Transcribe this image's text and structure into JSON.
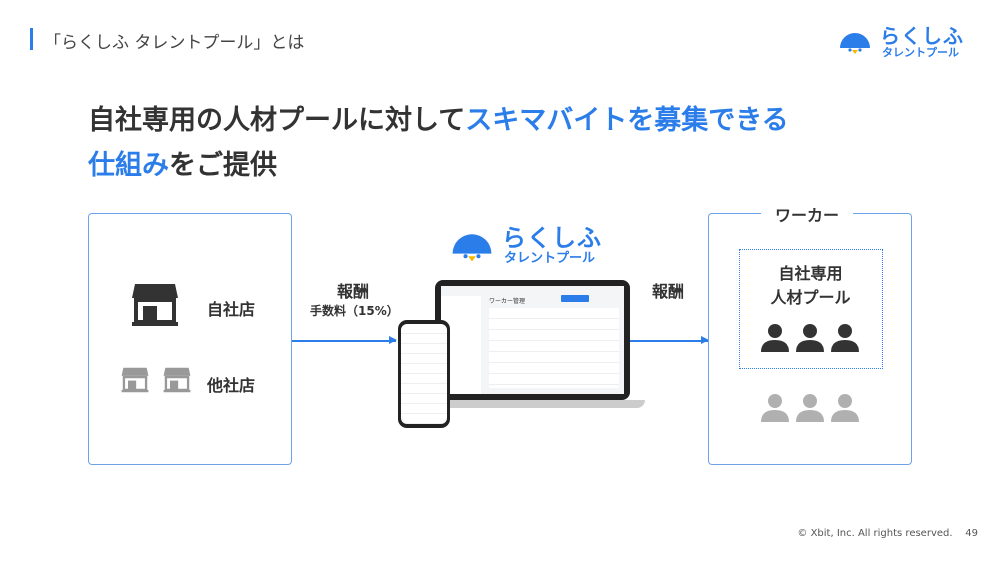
{
  "header": {
    "title": "「らくしふ タレントプール」とは"
  },
  "logo": {
    "brand": "らくしふ",
    "sub": "タレントプール"
  },
  "headline": {
    "line1_plain": "自社専用の人材プールに対して",
    "line1_accent": "スキマバイトを募集できる",
    "line2_accent": "仕組み",
    "line2_plain": "をご提供"
  },
  "left": {
    "own_store": "自社店",
    "other_store": "他社店"
  },
  "arrows": {
    "left_label": "報酬",
    "left_sub": "手数料（15%）",
    "right_label": "報酬"
  },
  "device": {
    "screen_title": "ワーカー管理"
  },
  "right": {
    "title": "ワーカー",
    "pool_label_1": "自社専用",
    "pool_label_2": "人材プール"
  },
  "footer": {
    "copyright": "© Xbit, Inc. All rights reserved.",
    "page": "49"
  },
  "colors": {
    "accent": "#2b7de9",
    "text": "#333333",
    "person_dark": "#333333",
    "person_light": "#b0b0b0",
    "logo_beak": "#f5b800"
  }
}
